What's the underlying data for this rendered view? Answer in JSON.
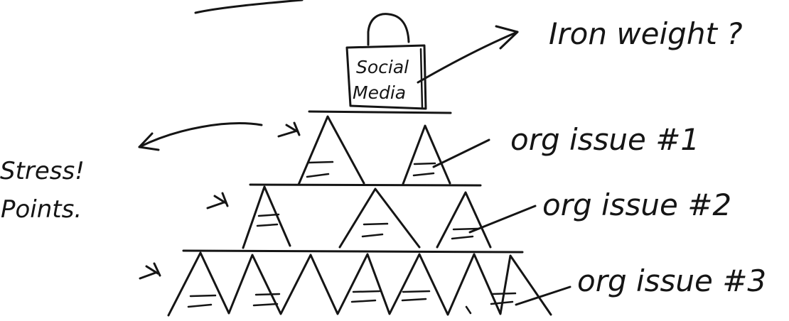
{
  "diagram": {
    "weight_box_text": [
      "Social",
      "Media"
    ],
    "iron_label": "Iron weight ?",
    "stress_label": [
      "Stress!",
      "Points."
    ],
    "issue_labels": [
      "org issue #1",
      "org issue #2",
      "org issue #3"
    ]
  }
}
